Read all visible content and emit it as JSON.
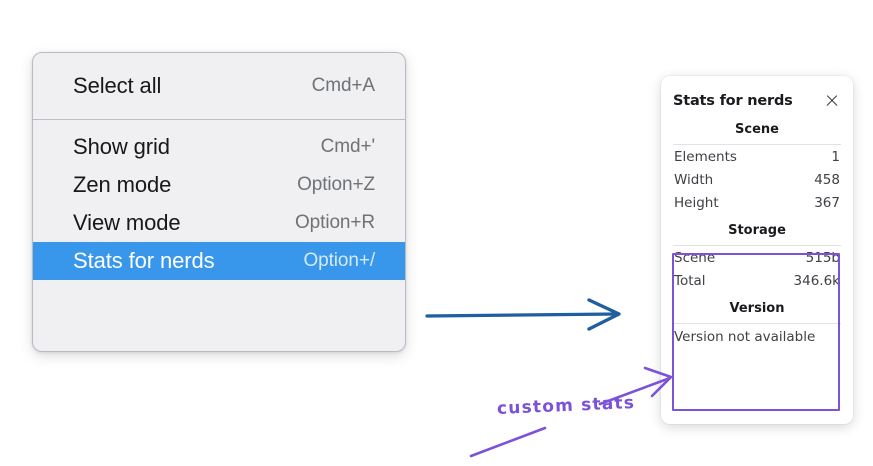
{
  "menu": {
    "groups": [
      {
        "items": [
          {
            "label": "Select all",
            "shortcut": "Cmd+A",
            "highlighted": false
          }
        ]
      },
      {
        "items": [
          {
            "label": "Show grid",
            "shortcut": "Cmd+'",
            "highlighted": false
          },
          {
            "label": "Zen mode",
            "shortcut": "Option+Z",
            "highlighted": false
          },
          {
            "label": "View mode",
            "shortcut": "Option+R",
            "highlighted": false
          },
          {
            "label": "Stats for nerds",
            "shortcut": "Option+/",
            "highlighted": true
          }
        ]
      }
    ],
    "highlight_color": "#3897ea"
  },
  "stats_panel": {
    "title": "Stats for nerds",
    "close_icon": "close-icon",
    "sections": [
      {
        "heading": "Scene",
        "rows": [
          {
            "key": "Elements",
            "value": "1"
          },
          {
            "key": "Width",
            "value": "458"
          },
          {
            "key": "Height",
            "value": "367"
          }
        ]
      },
      {
        "heading": "Storage",
        "rows": [
          {
            "key": "Scene",
            "value": "515b"
          },
          {
            "key": "Total",
            "value": "346.6k"
          }
        ]
      },
      {
        "heading": "Version",
        "single_line": "Version not available"
      }
    ]
  },
  "annotations": {
    "label": "custom stats",
    "label_color": "#7b52d8",
    "highlight_box_color": "#7b52d8",
    "arrow_color": "#1f5fa0"
  }
}
